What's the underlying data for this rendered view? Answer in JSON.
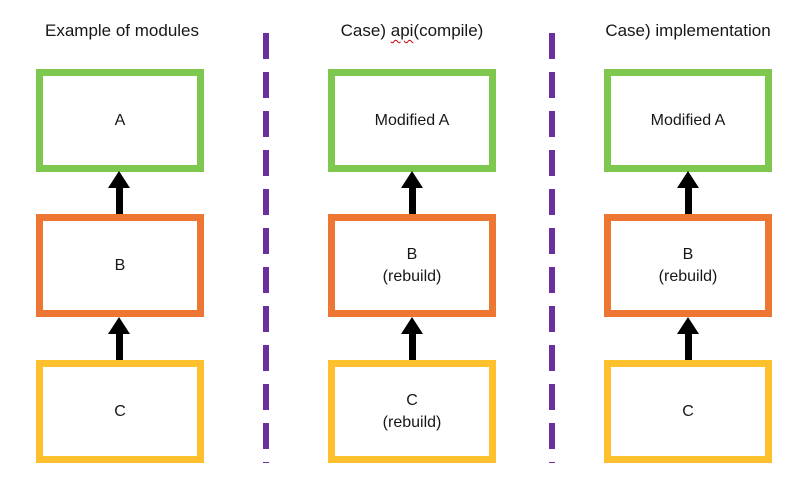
{
  "page": {
    "background": "#FFFFFF"
  },
  "colors": {
    "module_a_green": "#7EC850",
    "module_b_orange": "#ED7633",
    "module_c_yellow": "#FFC02E",
    "divider_purple": "#6B2F9E",
    "arrow_black": "#000000",
    "squiggle_red": "#C00000",
    "text": "#171717"
  },
  "columns": [
    {
      "title_pre": "Example of modules",
      "title_squiggle": "",
      "title_post": "",
      "boxes": [
        {
          "line1": "A",
          "line2": ""
        },
        {
          "line1": "B",
          "line2": ""
        },
        {
          "line1": "C",
          "line2": ""
        }
      ]
    },
    {
      "title_pre": "Case) ",
      "title_squiggle": "api",
      "title_post": "(compile)",
      "boxes": [
        {
          "line1": "Modified A",
          "line2": ""
        },
        {
          "line1": "B",
          "line2": "(rebuild)"
        },
        {
          "line1": "C",
          "line2": "(rebuild)"
        }
      ]
    },
    {
      "title_pre": "Case) implementation",
      "title_squiggle": "",
      "title_post": "",
      "boxes": [
        {
          "line1": "Modified A",
          "line2": ""
        },
        {
          "line1": "B",
          "line2": "(rebuild)"
        },
        {
          "line1": "C",
          "line2": ""
        }
      ]
    }
  ]
}
